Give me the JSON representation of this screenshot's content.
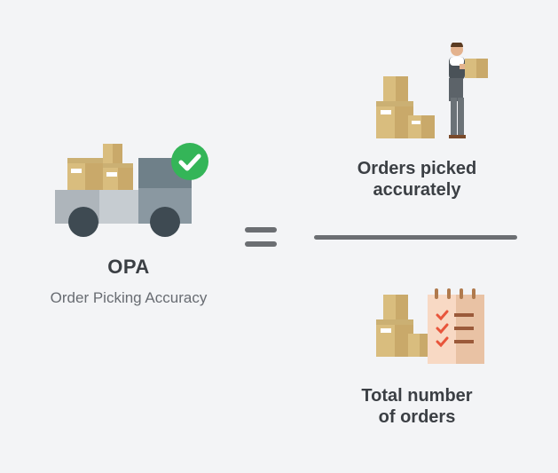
{
  "formula": {
    "abbreviation": "OPA",
    "full_name": "Order Picking Accuracy",
    "numerator": [
      "Orders picked",
      "accurately"
    ],
    "denominator": [
      "Total number",
      "of orders"
    ]
  },
  "icons": [
    "truck-with-boxes-icon",
    "checkmark-badge-icon",
    "worker-carrying-boxes-icon",
    "checklist-with-boxes-icon"
  ],
  "colors": {
    "background": "#f3f4f6",
    "text": "#3b3f44",
    "check_green": "#34b558",
    "box": "#d9bd7e",
    "truck": "#6f8089"
  }
}
